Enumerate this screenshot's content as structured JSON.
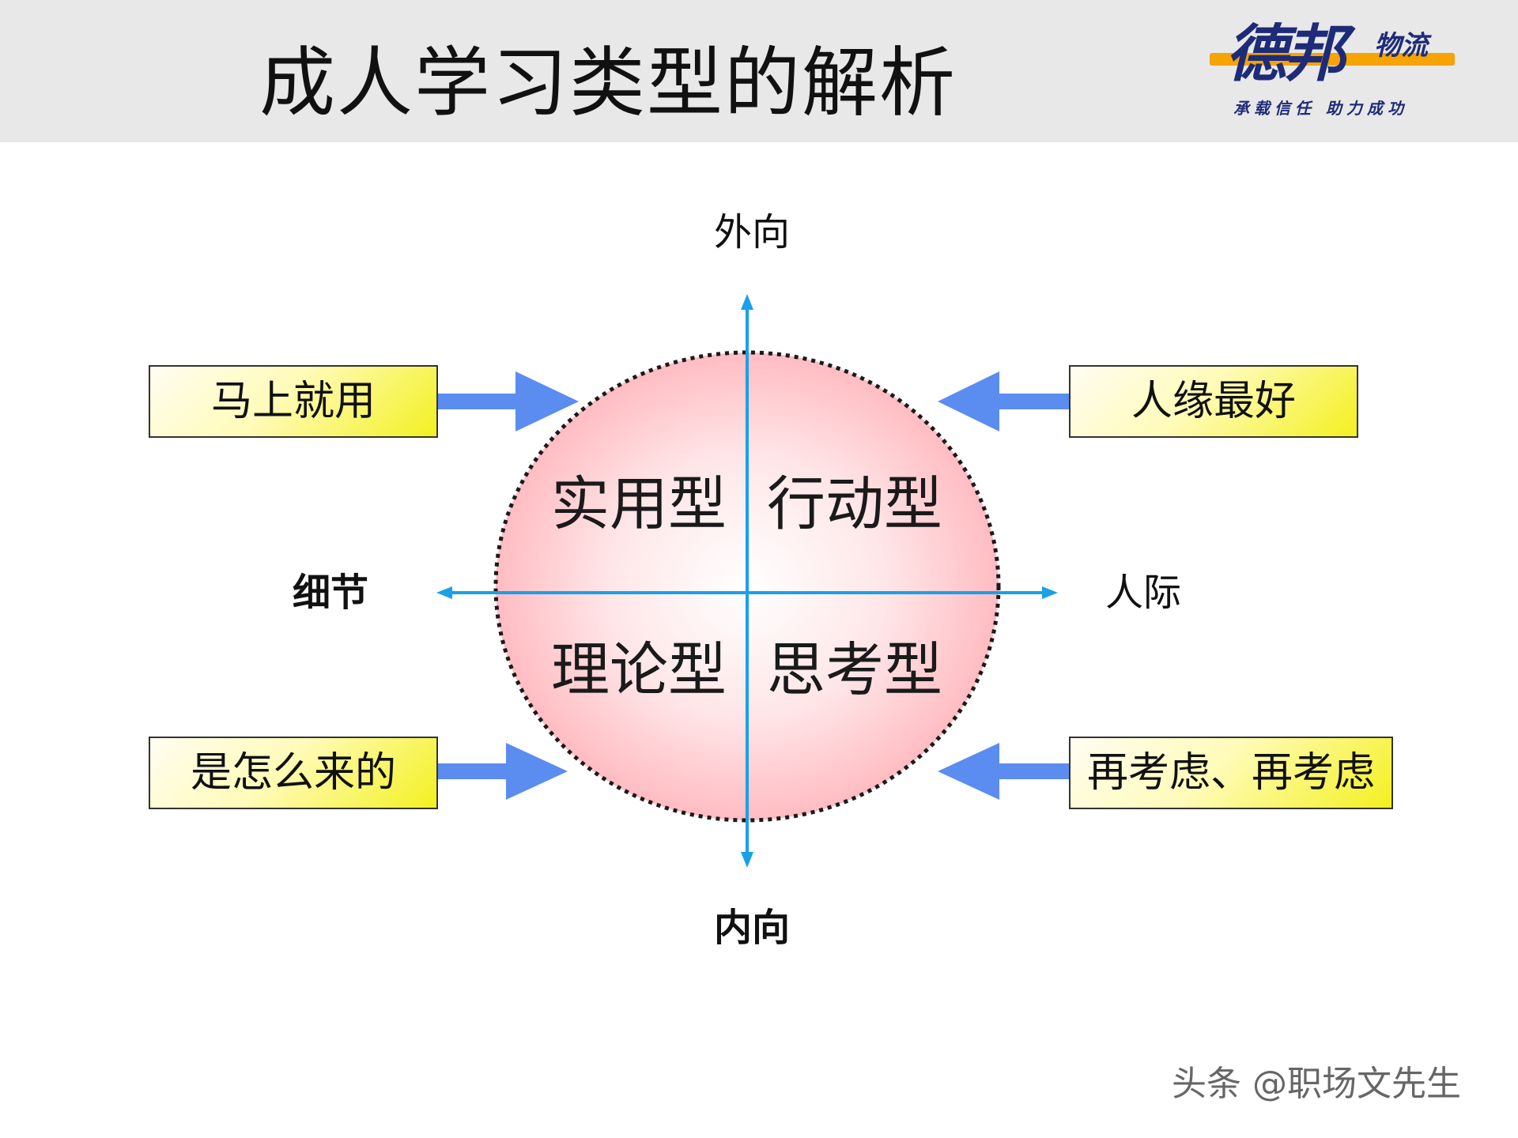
{
  "title": "成人学习类型的解析",
  "logo": {
    "main": "德邦",
    "sub": "物流",
    "slogan": "承载信任 助力成功"
  },
  "axes": {
    "top": "外向",
    "bottom": "内向",
    "left": "细节",
    "right": "人际"
  },
  "quadrants": {
    "top_left": "实用型",
    "top_right": "行动型",
    "bottom_left": "理论型",
    "bottom_right": "思考型"
  },
  "callouts": {
    "top_left": "马上就用",
    "top_right": "人缘最好",
    "bottom_left": "是怎么来的",
    "bottom_right": "再考虑、再考虑"
  },
  "watermark": "头条 @职场文先生",
  "colors": {
    "axis": "#1aa0e8",
    "arrow": "#5b8cf0",
    "box_fill": "#fffbb8",
    "circle_fill": "#ffc8cc"
  }
}
